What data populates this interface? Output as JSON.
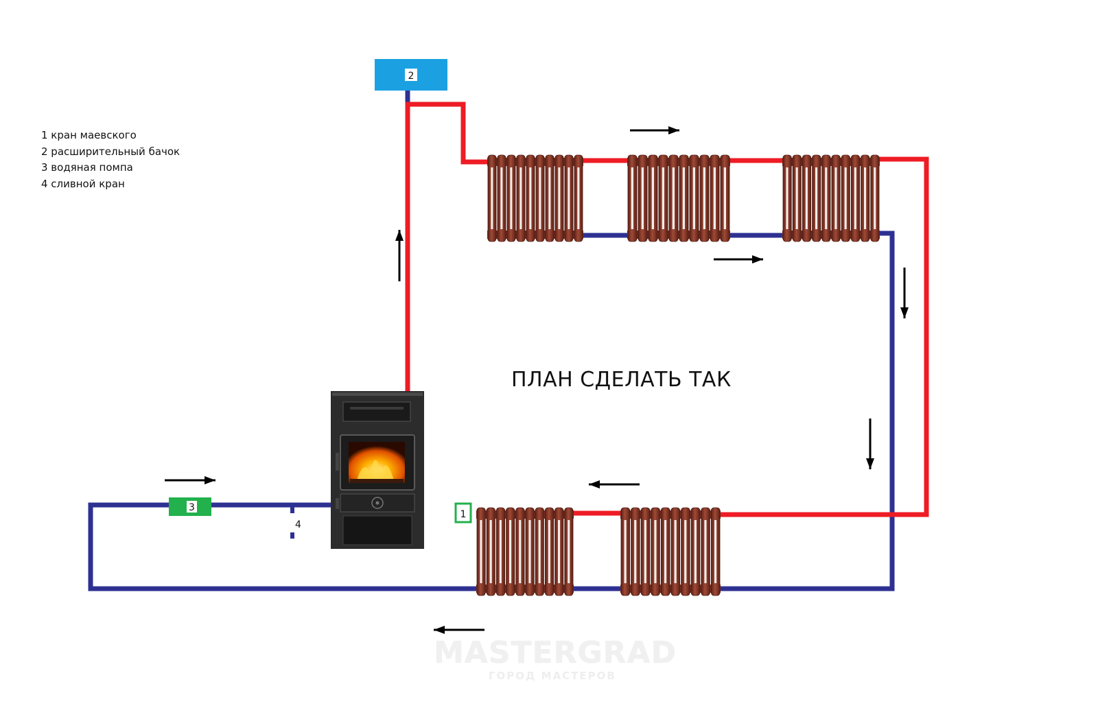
{
  "legend": [
    "1 кран маевского",
    "2 расширительный бачок",
    "3 водяная помпа",
    "4 сливной кран"
  ],
  "title": "ПЛАН СДЕЛАТЬ ТАК",
  "labels": {
    "mayevsky_valve": "1",
    "expansion_tank": "2",
    "water_pump": "3",
    "drain_valve": "4"
  },
  "watermark": {
    "main": "MASTERGRAD",
    "sub": "ГОРОД МАСТЕРОВ"
  },
  "colors": {
    "supply_pipe": "#ee1c25",
    "return_pipe": "#2e3192",
    "expansion_tank": "#1ba1e2",
    "pump": "#22b14c",
    "radiator": "#8b3a2a",
    "stove": "#2c2c2c"
  },
  "icons": {
    "flow_arrow": "flow-arrow-icon",
    "stove": "stove-icon",
    "radiator": "radiator-icon"
  }
}
